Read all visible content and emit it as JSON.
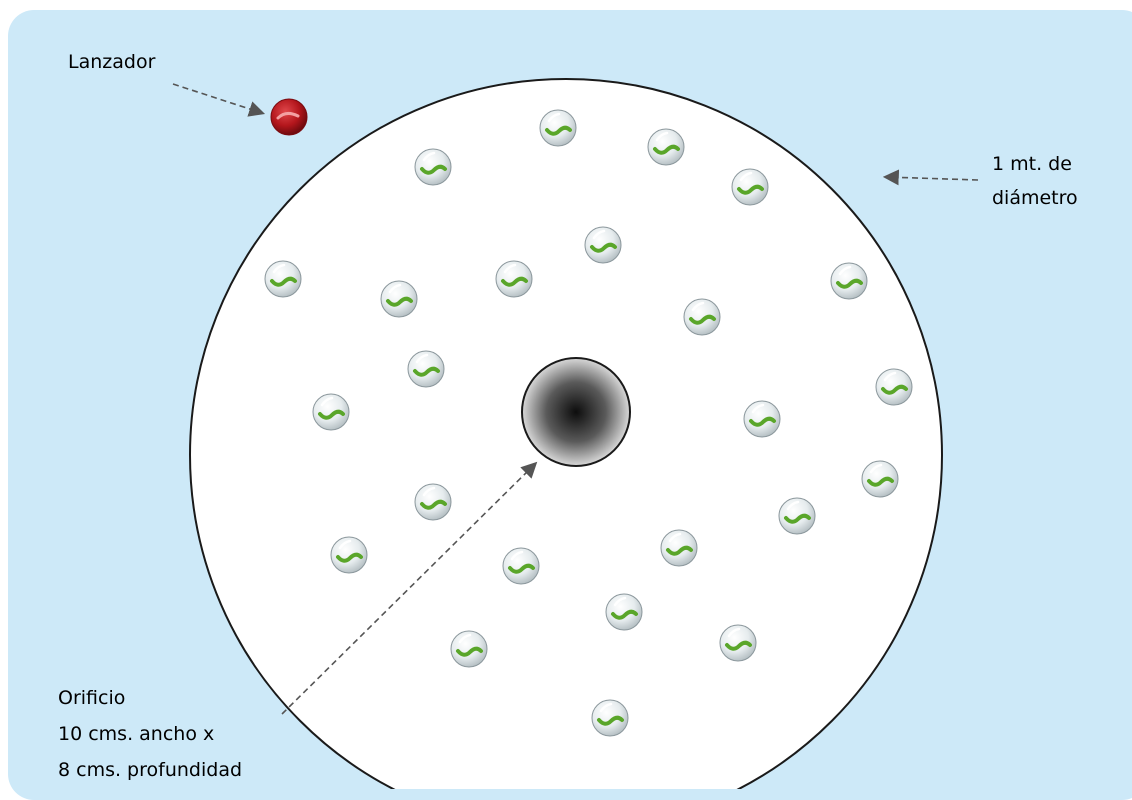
{
  "labels": {
    "launcher": "Lanzador",
    "diameter_line1": "1 mt. de",
    "diameter_line2": "diámetro",
    "hole_line1": "Orificio",
    "hole_line2": "10 cms. ancho x",
    "hole_line3": "8 cms. profundidad"
  },
  "colors": {
    "background_panel": "#cde9f8",
    "board_fill": "#ffffff",
    "board_stroke": "#1a1a1a",
    "launcher_marble": "#b3161c",
    "marble_glass": "#e8eef0",
    "marble_swirl": "#5aa62a",
    "leader_line": "#555555"
  },
  "icons": {
    "launcher": "red-marble-icon",
    "target": "green-swirl-marble-icon",
    "hole": "hole-gradient-circle"
  },
  "marble_count": 24
}
